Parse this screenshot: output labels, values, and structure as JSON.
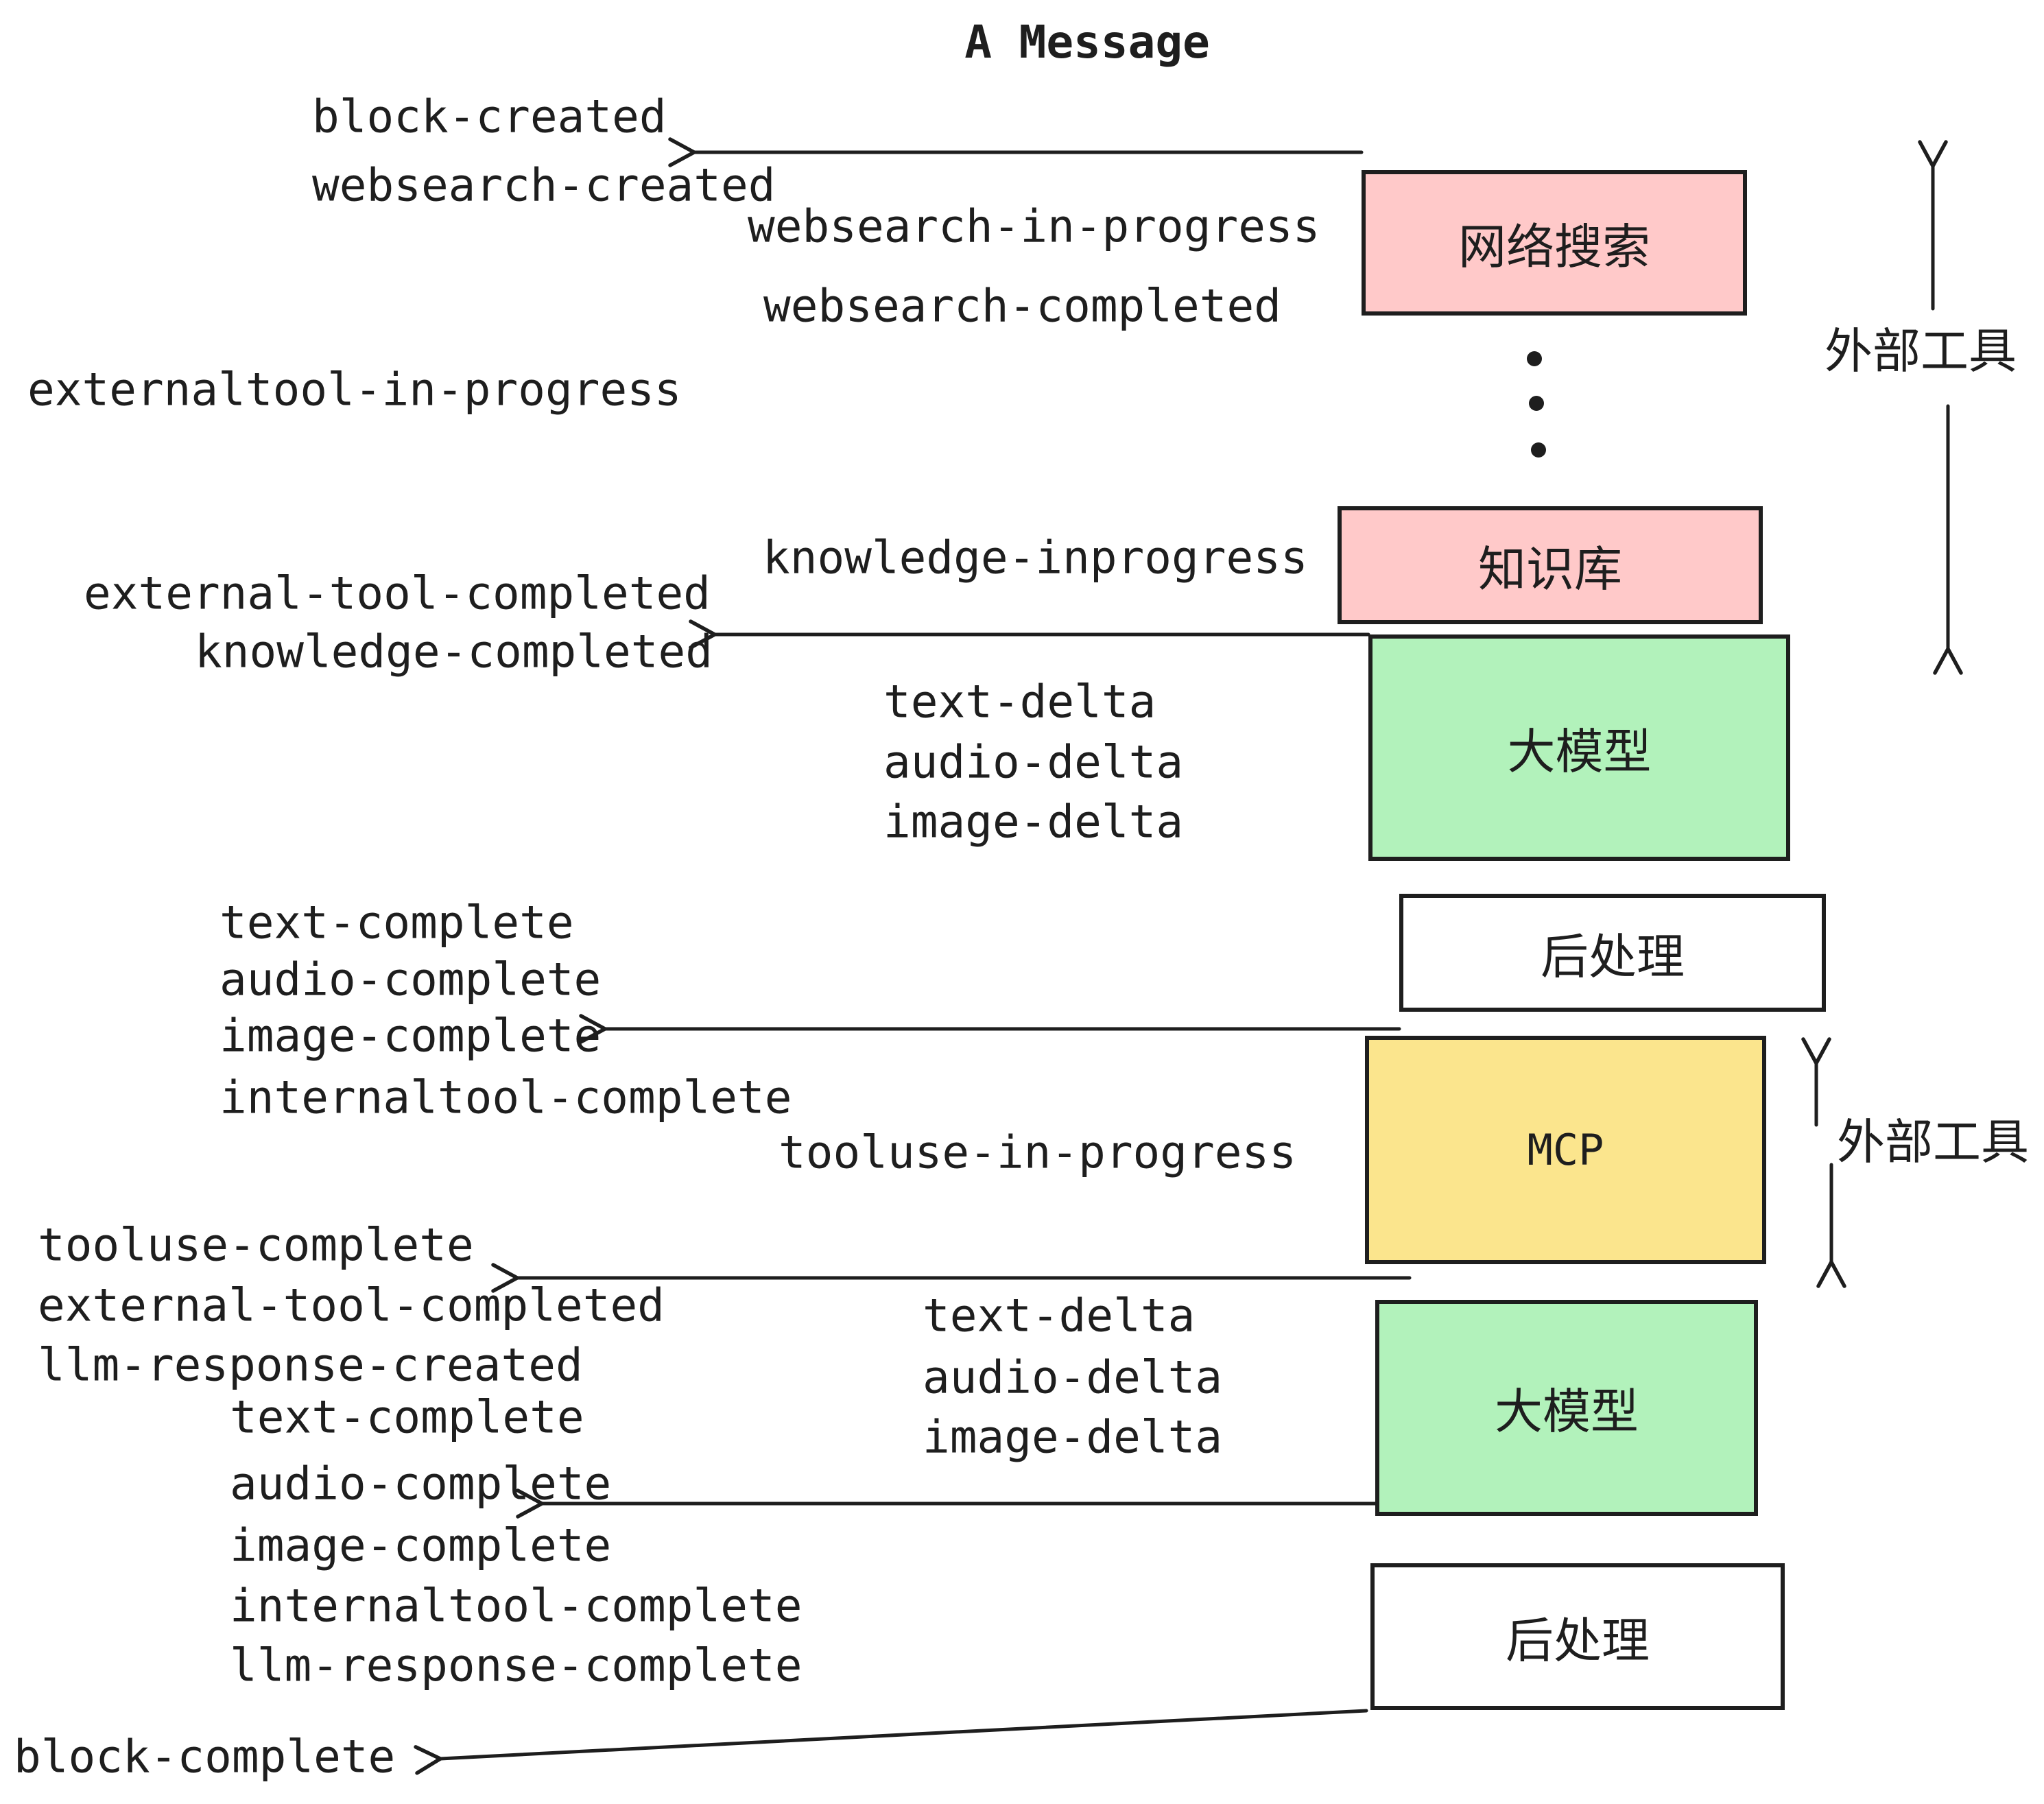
{
  "title": "A Message",
  "colors": {
    "pink": "#ffc9c9",
    "green": "#b2f2bb",
    "yellow": "#fbe58d",
    "white": "#ffffff",
    "line": "#1e1e1e",
    "background": "#ffffff"
  },
  "boxes": {
    "websearch": "网络搜索",
    "knowledge": "知识库",
    "llm1": "大模型",
    "post1": "后处理",
    "mcp": "MCP",
    "llm2": "大模型",
    "post2": "后处理"
  },
  "annotations": {
    "external_tools_top": "外部工具",
    "external_tools_mcp": "外部工具"
  },
  "labels": {
    "block_created": "block-created",
    "websearch_created": "websearch-created",
    "websearch_in_progress": "websearch-in-progress",
    "websearch_completed": "websearch-completed",
    "externaltool_in_progress": "externaltool-in-progress",
    "knowledge_inprogress": "knowledge-inprogress",
    "external_tool_completed_1": "external-tool-completed",
    "knowledge_completed": "knowledge-completed",
    "text_delta_1": "text-delta",
    "audio_delta_1": "audio-delta",
    "image_delta_1": "image-delta",
    "text_complete_1": "text-complete",
    "audio_complete_1": "audio-complete",
    "image_complete_1": "image-complete",
    "internaltool_complete_1": "internaltool-complete",
    "tooluse_in_progress": "tooluse-in-progress",
    "tooluse_complete": "tooluse-complete",
    "external_tool_completed_2": "external-tool-completed",
    "llm_response_created": "llm-response-created",
    "text_complete_2": "text-complete",
    "audio_complete_2": "audio-complete",
    "text_delta_2": "text-delta",
    "audio_delta_2": "audio-delta",
    "image_delta_2": "image-delta",
    "image_complete_2": "image-complete",
    "internaltool_complete_2": "internaltool-complete",
    "llm_response_complete": "llm-response-complete",
    "block_complete": "block-complete"
  }
}
